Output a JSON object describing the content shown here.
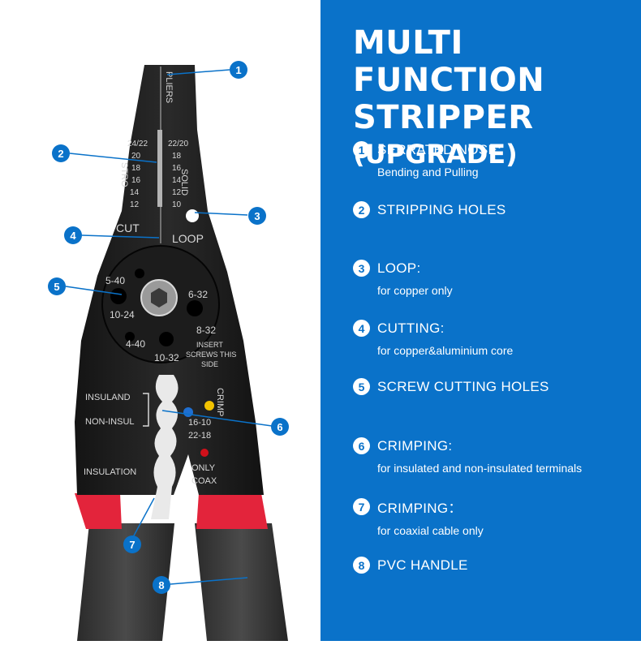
{
  "title": {
    "line1": "MULTI FUNCTION",
    "line2": "STRIPPER",
    "line3": "(UPGRADE)"
  },
  "features": [
    {
      "num": "1",
      "name": "SERRATED NOSE:",
      "desc": "Bending and Pulling"
    },
    {
      "num": "2",
      "name": "STRIPPING HOLES",
      "desc": ""
    },
    {
      "num": "3",
      "name": "LOOP:",
      "desc": "for copper only"
    },
    {
      "num": "4",
      "name": "CUTTING:",
      "desc": "for copper&aluminium core"
    },
    {
      "num": "5",
      "name": "SCREW CUTTING HOLES",
      "desc": ""
    },
    {
      "num": "6",
      "name": "CRIMPING:",
      "desc": "for insulated and non-insulated terminals"
    },
    {
      "num": "7",
      "name": "CRIMPING：",
      "desc": "for coaxial cable only"
    },
    {
      "num": "8",
      "name": "PVC HANDLE",
      "desc": ""
    }
  ],
  "tool": {
    "pliers": "PLIERS",
    "stro": "STRO",
    "solid": "SOLID",
    "left_gauges": [
      "24/22",
      "20",
      "18",
      "16",
      "14",
      "12"
    ],
    "right_gauges": [
      "22/20",
      "18",
      "16",
      "14",
      "12",
      "10"
    ],
    "cut": "CUT",
    "loop": "LOOP",
    "screws": {
      "s540": "5-40",
      "s1024": "10-24",
      "s440": "4-40",
      "s1032": "10-32",
      "s632": "6-32",
      "s832": "8-32"
    },
    "insert": [
      "INSERT",
      "SCREWS THIS",
      "SIDE"
    ],
    "insuland": "INSULAND",
    "noninsul": "NON-INSUL",
    "crimp": "CRIMP",
    "g1610": "16-10",
    "g2218": "22-18",
    "insulation": "INSULATION",
    "only": "ONLY",
    "coax": "COAX",
    "dot_colors": {
      "blue": "#1f6fd1",
      "yellow": "#f2c200",
      "red": "#d0101a"
    },
    "callouts": [
      "1",
      "2",
      "3",
      "4",
      "5",
      "6",
      "7",
      "8"
    ]
  },
  "colors": {
    "panel": "#0a72c9",
    "grip": "#e3243b"
  }
}
